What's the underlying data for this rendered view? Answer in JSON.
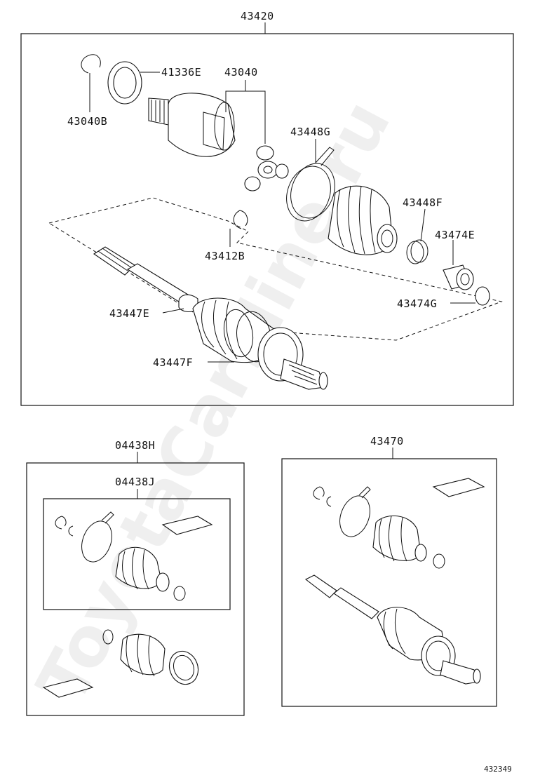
{
  "labels": {
    "main_assembly": "43420",
    "p41336E": "41336E",
    "p43040": "43040",
    "p43040B": "43040B",
    "p43448G": "43448G",
    "p43448F": "43448F",
    "p43474E": "43474E",
    "p43412B": "43412B",
    "p43447E": "43447E",
    "p43474G": "43474G",
    "p43447F": "43447F",
    "kit_04438H": "04438H",
    "kit_04438J": "04438J",
    "kit_43470": "43470",
    "diagram_number": "432349"
  },
  "watermark": "ToyotaCarMine.ru"
}
